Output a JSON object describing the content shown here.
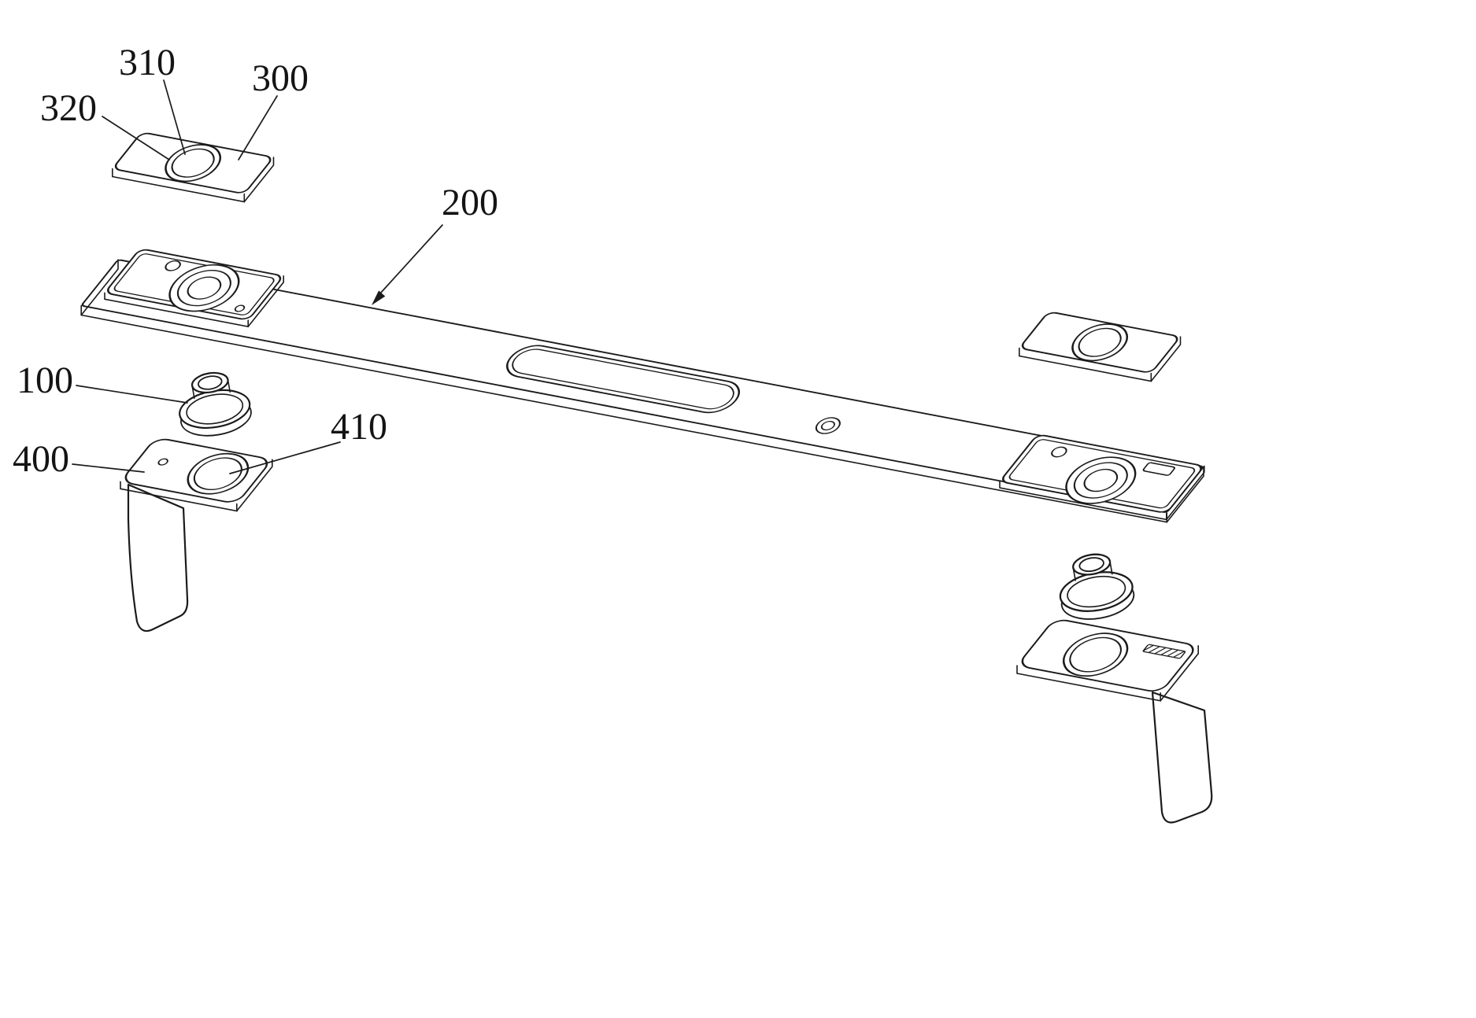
{
  "figure": {
    "type": "patent-exploded-assembly-drawing",
    "background": "#ffffff",
    "ink": "#1b1b1b",
    "labels": {
      "ref_310": "310",
      "ref_300": "300",
      "ref_320": "320",
      "ref_200": "200",
      "ref_100": "100",
      "ref_410": "410",
      "ref_400": "400"
    }
  }
}
